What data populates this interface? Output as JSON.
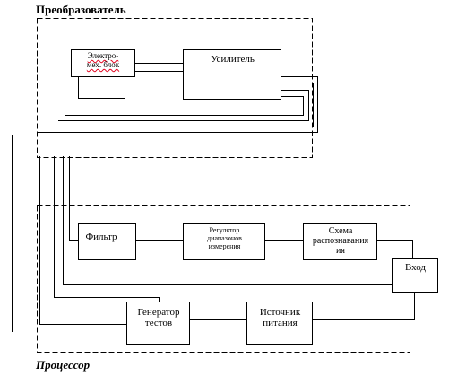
{
  "diagram": {
    "converter_title": "Преобразователь",
    "processor_title": "Процессор",
    "blocks": {
      "electromech": {
        "line1": "Электро-",
        "line2": "мех. блок"
      },
      "amplifier": "Усилитель",
      "filter": "Фильтр",
      "range_regulator": {
        "line1": "Регулятор",
        "line2": "диапазонов",
        "line3": "измерения"
      },
      "recognition": {
        "line1": "Схема",
        "line2": "распознавания",
        "line3": "ия"
      },
      "input": "Вход",
      "test_generator": {
        "line1": "Генератор",
        "line2": "тестов"
      },
      "power_source": {
        "line1": "Источник",
        "line2": "питания"
      }
    }
  }
}
